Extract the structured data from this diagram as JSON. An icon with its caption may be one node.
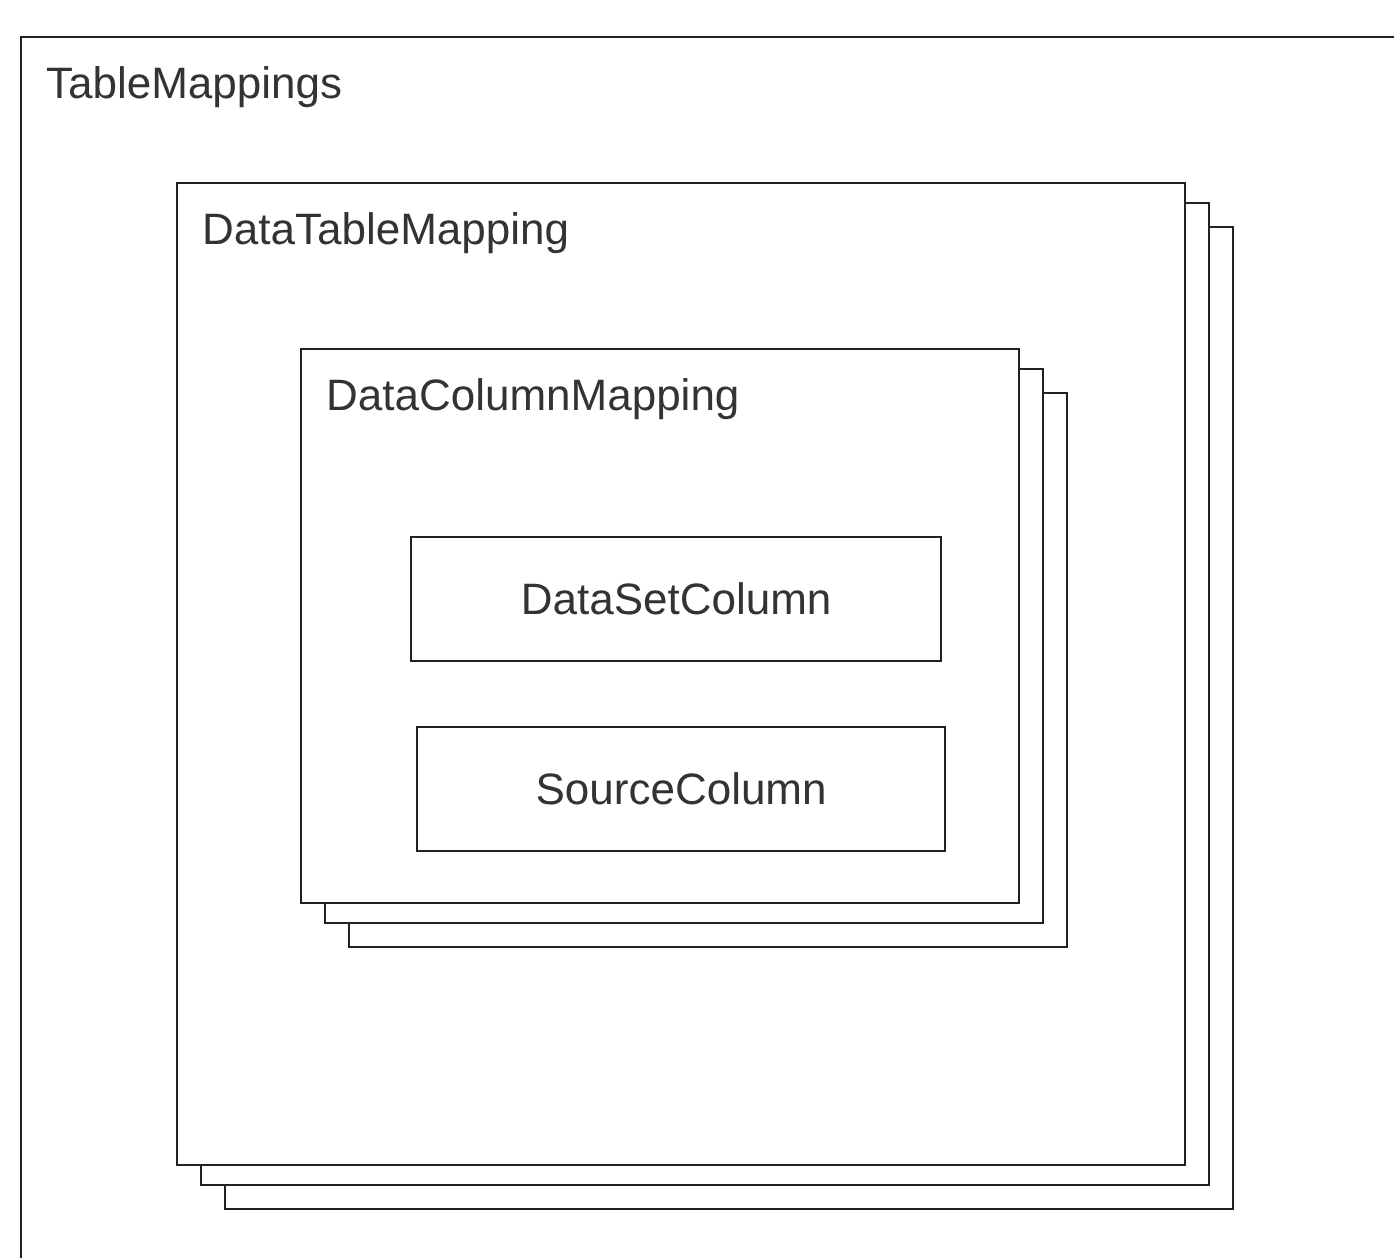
{
  "diagram": {
    "nodes": [
      {
        "text": [
          "TableMappings"
        ]
      },
      {
        "text": [
          "DataTableMapping"
        ],
        "in": 0
      },
      {
        "text": [
          "DataColumnMapping"
        ],
        "in": 1
      },
      {
        "text": [
          "DataSetColumn"
        ],
        "in": 2
      },
      {
        "text": [
          "SourceColumn"
        ],
        "in": 2
      }
    ]
  }
}
